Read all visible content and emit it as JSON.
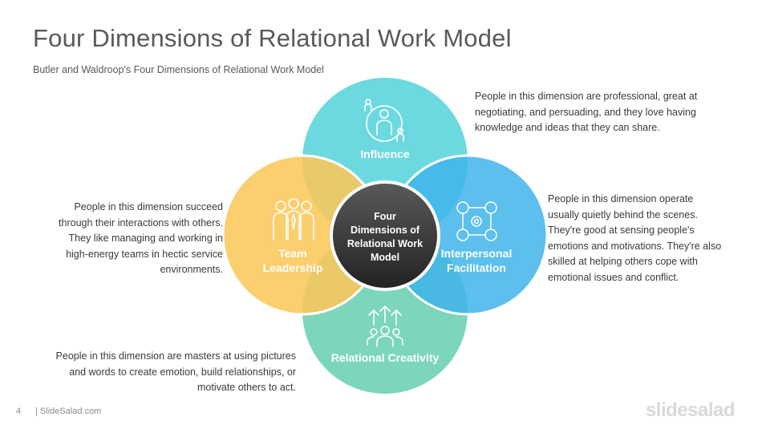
{
  "slide": {
    "title": "Four Dimensions of Relational Work Model",
    "subtitle": "Butler and Waldroop's  Four Dimensions  of Relational  Work Model",
    "page_number": "4",
    "site": "| SlideSalad.com",
    "brand": "slidesalad"
  },
  "diagram": {
    "center_lines": [
      "Four",
      "Dimensions of",
      "Relational Work",
      "Model"
    ],
    "influence": {
      "label": "Influence",
      "color": "#5fd6dd"
    },
    "team": {
      "label_lines": [
        "Team",
        "Leadership"
      ],
      "color": "#fbc75a"
    },
    "interpersonal": {
      "label_lines": [
        "Interpersonal",
        "Facilitation"
      ],
      "color": "#3fb4ea"
    },
    "creativity": {
      "label": "Relational Creativity",
      "color": "#6ed2b5"
    }
  },
  "descriptions": {
    "influence": [
      "People in this dimension  are professional,  great at",
      "negotiating,  and persuading,  and they love having",
      "knowledge  and ideas that they can share."
    ],
    "interpersonal": [
      "People in this dimension  operate",
      "usually quietly behind the scenes.",
      "They're good at sensing people's",
      "emotions and motivations.  They're also",
      "skilled at helping others cope with",
      "emotional  issues and conflict."
    ],
    "team": [
      "People in this dimension  succeed",
      "through their interactions with others.",
      "They like managing  and working in",
      "high-energy  teams in hectic service",
      "environments."
    ],
    "creativity": [
      "People in this dimension  are masters at using pictures",
      "and words to create emotion, build relationships,  or",
      "motivate others to act."
    ]
  }
}
